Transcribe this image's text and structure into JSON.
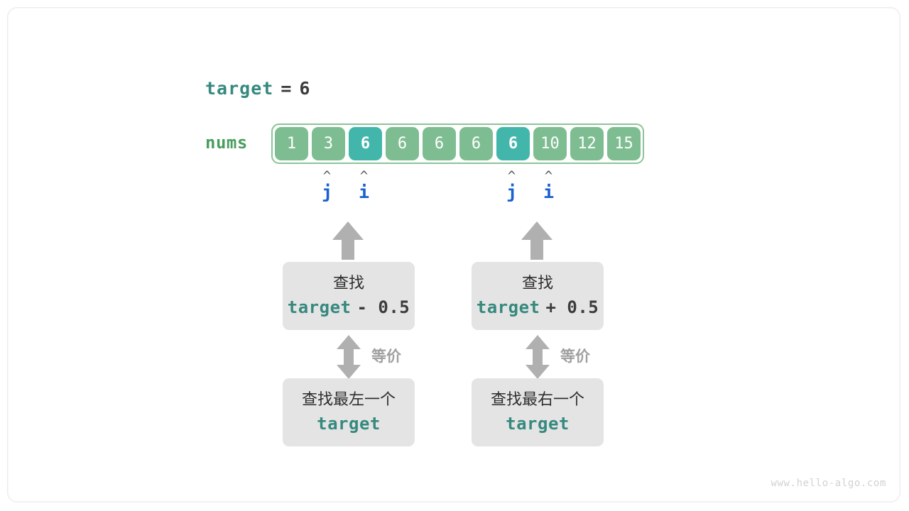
{
  "target_line": {
    "var": "target",
    "eq": "=",
    "value": "6"
  },
  "array": {
    "label": "nums",
    "cells": [
      {
        "value": "1",
        "highlight": false
      },
      {
        "value": "3",
        "highlight": false
      },
      {
        "value": "6",
        "highlight": true
      },
      {
        "value": "6",
        "highlight": false
      },
      {
        "value": "6",
        "highlight": false
      },
      {
        "value": "6",
        "highlight": false
      },
      {
        "value": "6",
        "highlight": true
      },
      {
        "value": "10",
        "highlight": false
      },
      {
        "value": "12",
        "highlight": false
      },
      {
        "value": "15",
        "highlight": false
      }
    ]
  },
  "pointers": [
    {
      "name": "j",
      "caret": "^",
      "index": 1
    },
    {
      "name": "i",
      "caret": "^",
      "index": 2
    },
    {
      "name": "j",
      "caret": "^",
      "index": 6
    },
    {
      "name": "i",
      "caret": "^",
      "index": 7
    }
  ],
  "branches": [
    {
      "top_box": {
        "line1": "查找",
        "code_var": "target",
        "code_op": "- 0.5"
      },
      "equiv_label": "等价",
      "bottom_box": {
        "line1": "查找最左一个",
        "code_var": "target"
      }
    },
    {
      "top_box": {
        "line1": "查找",
        "code_var": "target",
        "code_op": "+ 0.5"
      },
      "equiv_label": "等价",
      "bottom_box": {
        "line1": "查找最右一个",
        "code_var": "target"
      }
    }
  ],
  "watermark": "www.hello-algo.com",
  "colors": {
    "teal": "#36897e",
    "cell_green": "#7ebd92",
    "cell_teal": "#43b6ab",
    "array_border": "#8ac497",
    "nums_green": "#4a9e5f",
    "pointer_blue": "#1a60d0",
    "arrow_gray": "#b0b0b0",
    "box_gray": "#e4e4e4",
    "text_dark": "#3c3c3c"
  }
}
